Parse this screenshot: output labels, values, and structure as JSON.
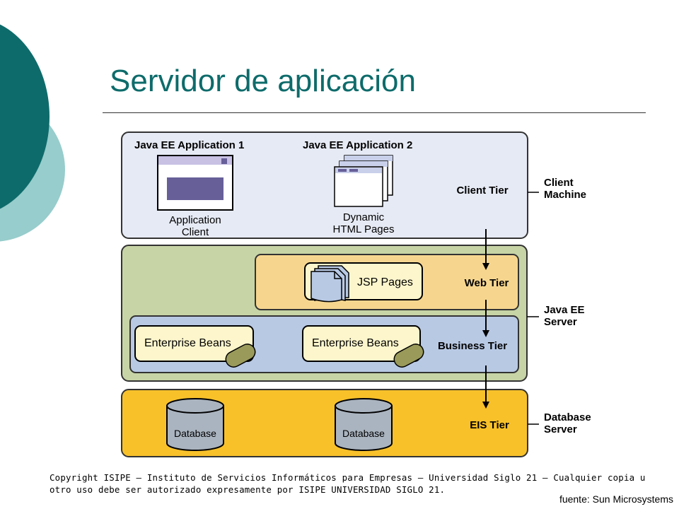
{
  "slide": {
    "title": "Servidor de aplicación",
    "copyright": "Copyright  ISIPE – Instituto de Servicios Informáticos para Empresas – Universidad Siglo 21 – Cualquier copia u otro uso debe ser autorizado expresamente por ISIPE UNIVERSIDAD SIGLO 21.",
    "source": "fuente: Sun Microsystems"
  },
  "colors": {
    "accent_dark": "#0e6b6b",
    "accent_light": "#97cdcc",
    "client_tier": "#e6eaf4",
    "javaee_server": "#c7d4a6",
    "web_tier": "#f6d68f",
    "business_tier": "#b8c9e4",
    "eis_tier": "#f8c12a",
    "component": "#fdf6cc"
  },
  "diagram": {
    "client": {
      "app1_title": "Java EE Application 1",
      "app2_title": "Java EE Application 2",
      "app_client_line1": "Application",
      "app_client_line2": "Client",
      "dynamic_line1": "Dynamic",
      "dynamic_line2": "HTML Pages",
      "tier_label": "Client Tier",
      "machine_line1": "Client",
      "machine_line2": "Machine"
    },
    "web": {
      "jsp_label": "JSP Pages",
      "tier_label": "Web Tier"
    },
    "business": {
      "bean1_label": "Enterprise Beans",
      "bean2_label": "Enterprise Beans",
      "tier_label": "Business Tier"
    },
    "server": {
      "line1": "Java EE",
      "line2": "Server"
    },
    "eis": {
      "db1_label": "Database",
      "db2_label": "Database",
      "tier_label": "EIS Tier",
      "server_line1": "Database",
      "server_line2": "Server"
    }
  }
}
